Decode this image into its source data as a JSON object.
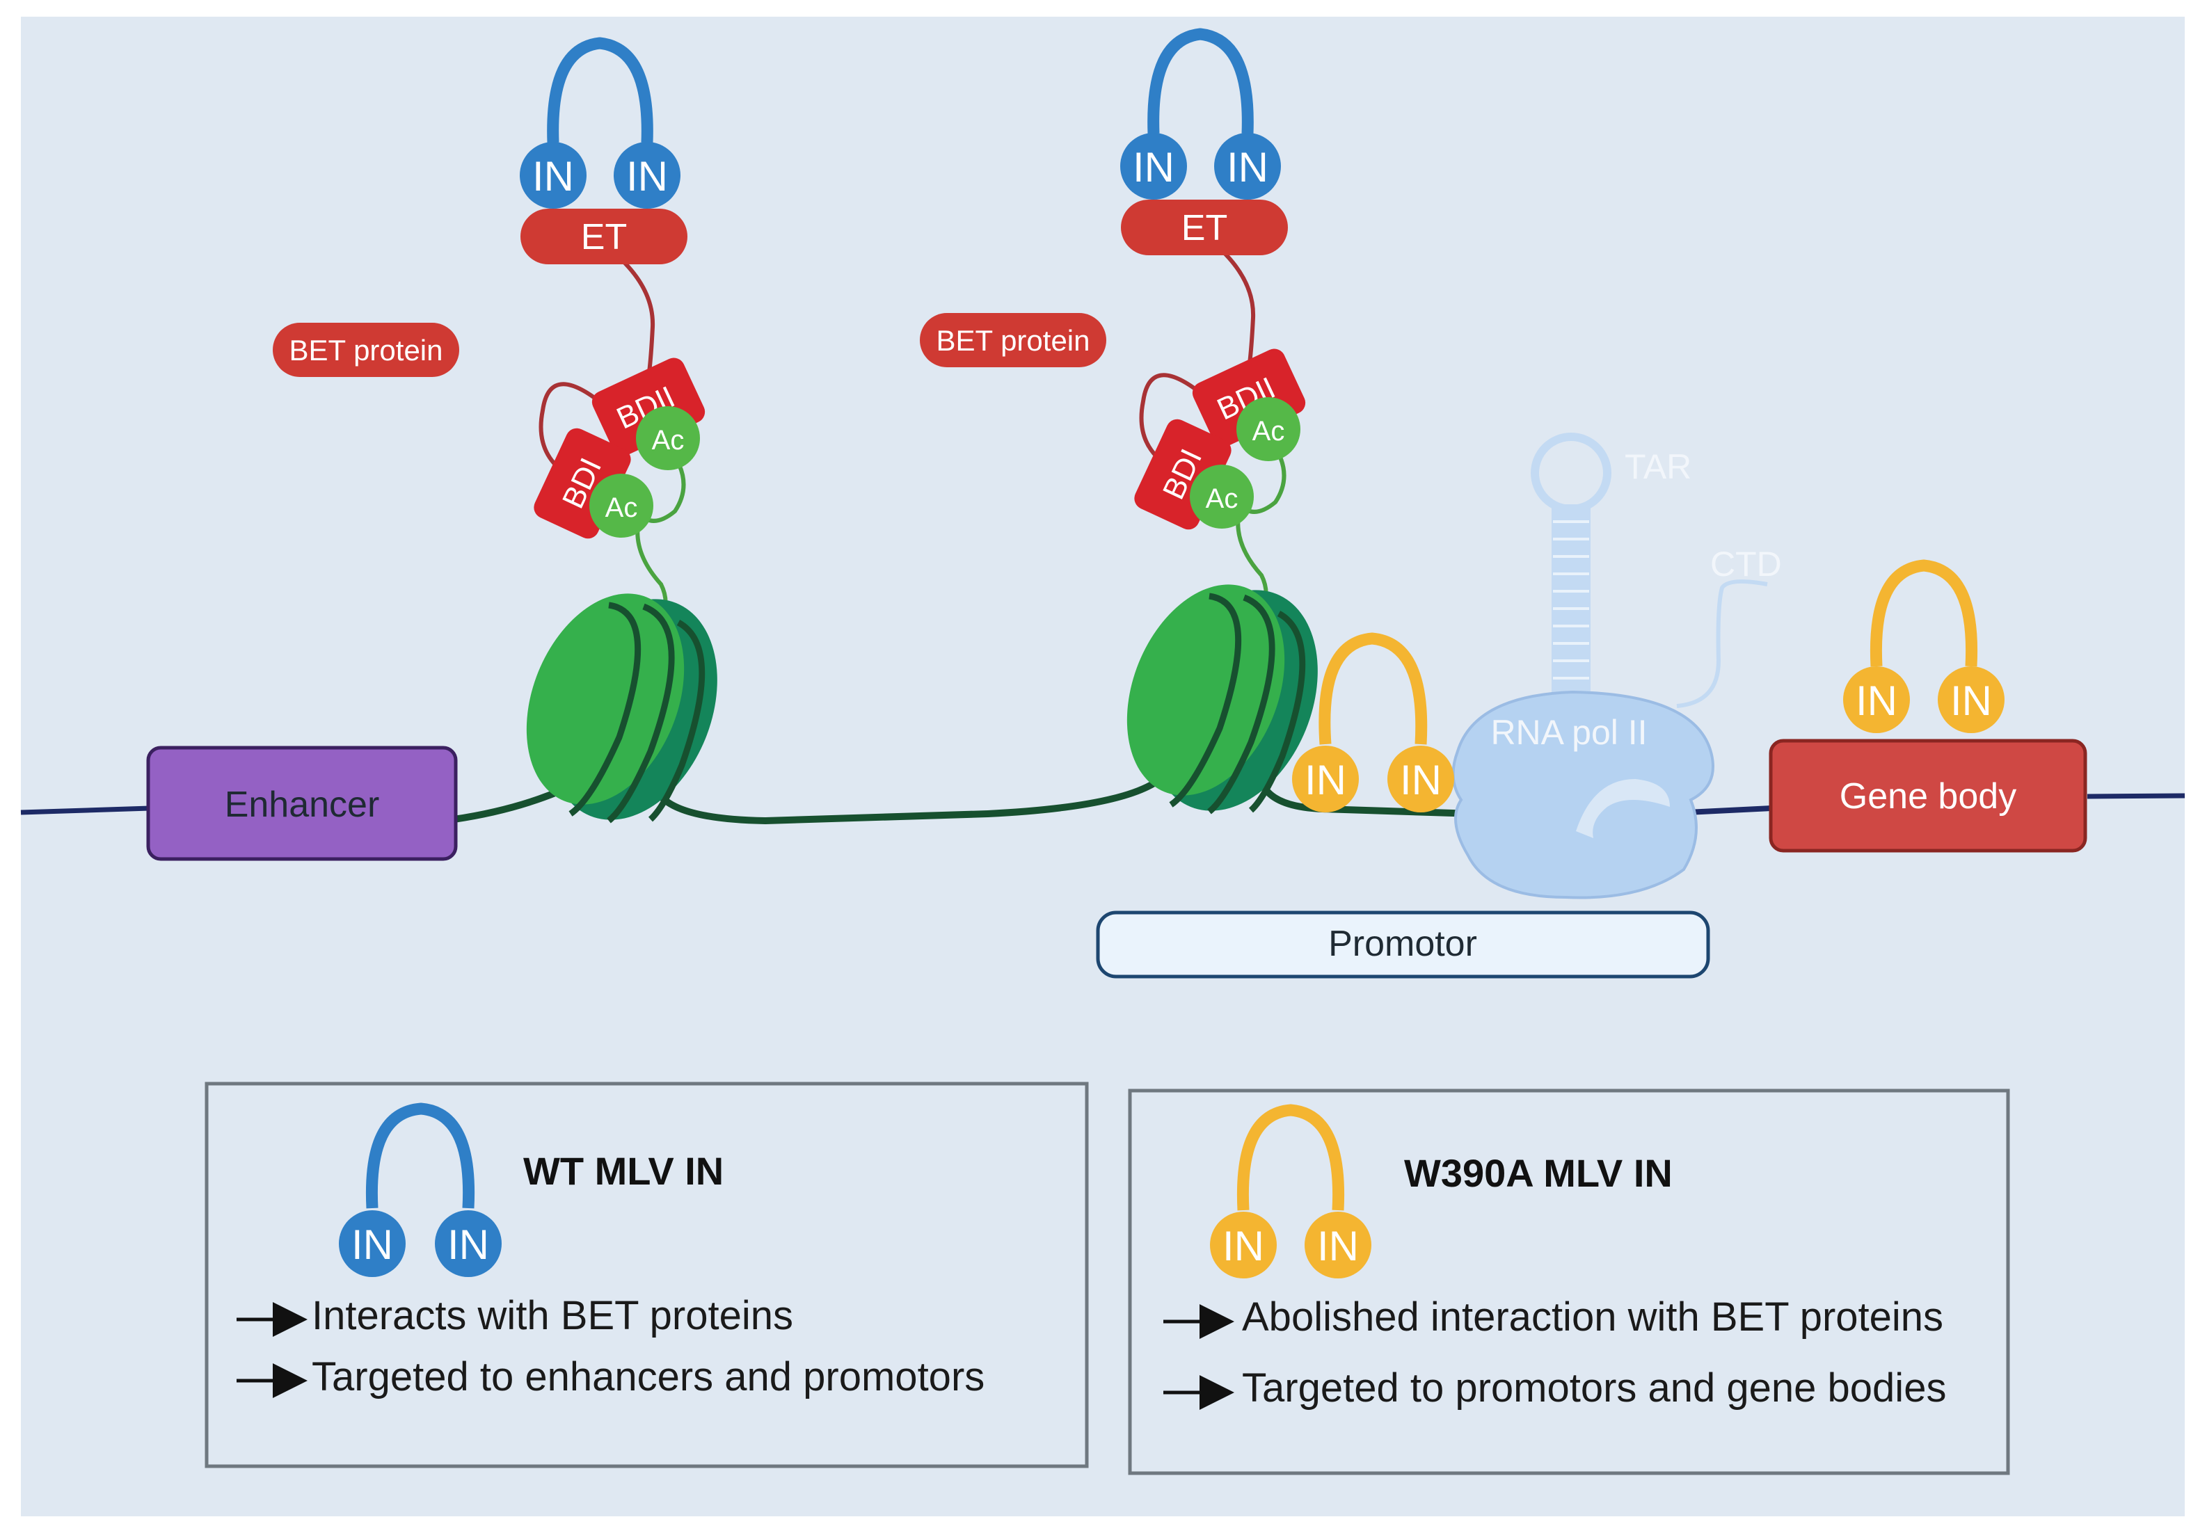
{
  "colors": {
    "background": "#dfe8f2",
    "wt_in": "#2f7fc7",
    "mutant_in": "#f4b531",
    "bet_red": "#cf3a33",
    "bd_red": "#d8232a",
    "acetyl_green": "#55b848",
    "nucleosome_green": "#18935e",
    "enhancer_purple": "#9461c4",
    "gene_body_red": "#cf4844",
    "rna_pol": "#b5d2f1",
    "promotor_fill": "#eaf3fc",
    "dna": "#17502f"
  },
  "diagram": {
    "in_label": "IN",
    "et_label": "ET",
    "bet_protein_label": "BET protein",
    "bd1_label": "BDI",
    "bd2_label": "BDII",
    "ac_label": "Ac",
    "enhancer_label": "Enhancer",
    "promotor_label": "Promotor",
    "gene_body_label": "Gene body",
    "rna_pol_label": "RNA pol II",
    "tar_label": "TAR",
    "ctd_label": "CTD"
  },
  "legend": {
    "wt": {
      "title": "WT MLV IN",
      "items": [
        "Interacts with BET proteins",
        "Targeted to enhancers and promotors"
      ]
    },
    "mutant": {
      "title": "W390A MLV IN",
      "items": [
        "Abolished interaction with BET proteins",
        "Targeted to promotors and gene bodies"
      ]
    }
  }
}
